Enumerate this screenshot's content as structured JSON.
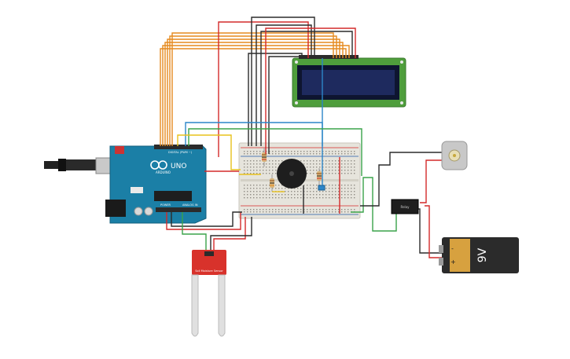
{
  "arduino": {
    "brand": "UNO",
    "board_label": "ARDUINO",
    "digital_header": "DIGITAL (PWM ~)",
    "power_header": "POWER",
    "analog_header": "ANALOG IN"
  },
  "sensor": {
    "label": "Soil Moisture Sensor"
  },
  "battery": {
    "voltage": "9V",
    "plus": "+",
    "minus": "-"
  },
  "relay": {
    "label": "Relay"
  },
  "colors": {
    "arduino": "#1b7fa6",
    "lcd_pcb": "#4f9e3c",
    "lcd_screen": "#1e2a5e",
    "breadboard": "#e6e4dc",
    "sensor_pcb": "#d8322b",
    "battery_gold": "#d7a13f",
    "wire_orange": "#e58a1f",
    "wire_red": "#d42a2a",
    "wire_black": "#2b2b2b",
    "wire_green": "#3aa34a",
    "wire_blue": "#2c86c9",
    "wire_yellow": "#e8c21c"
  }
}
